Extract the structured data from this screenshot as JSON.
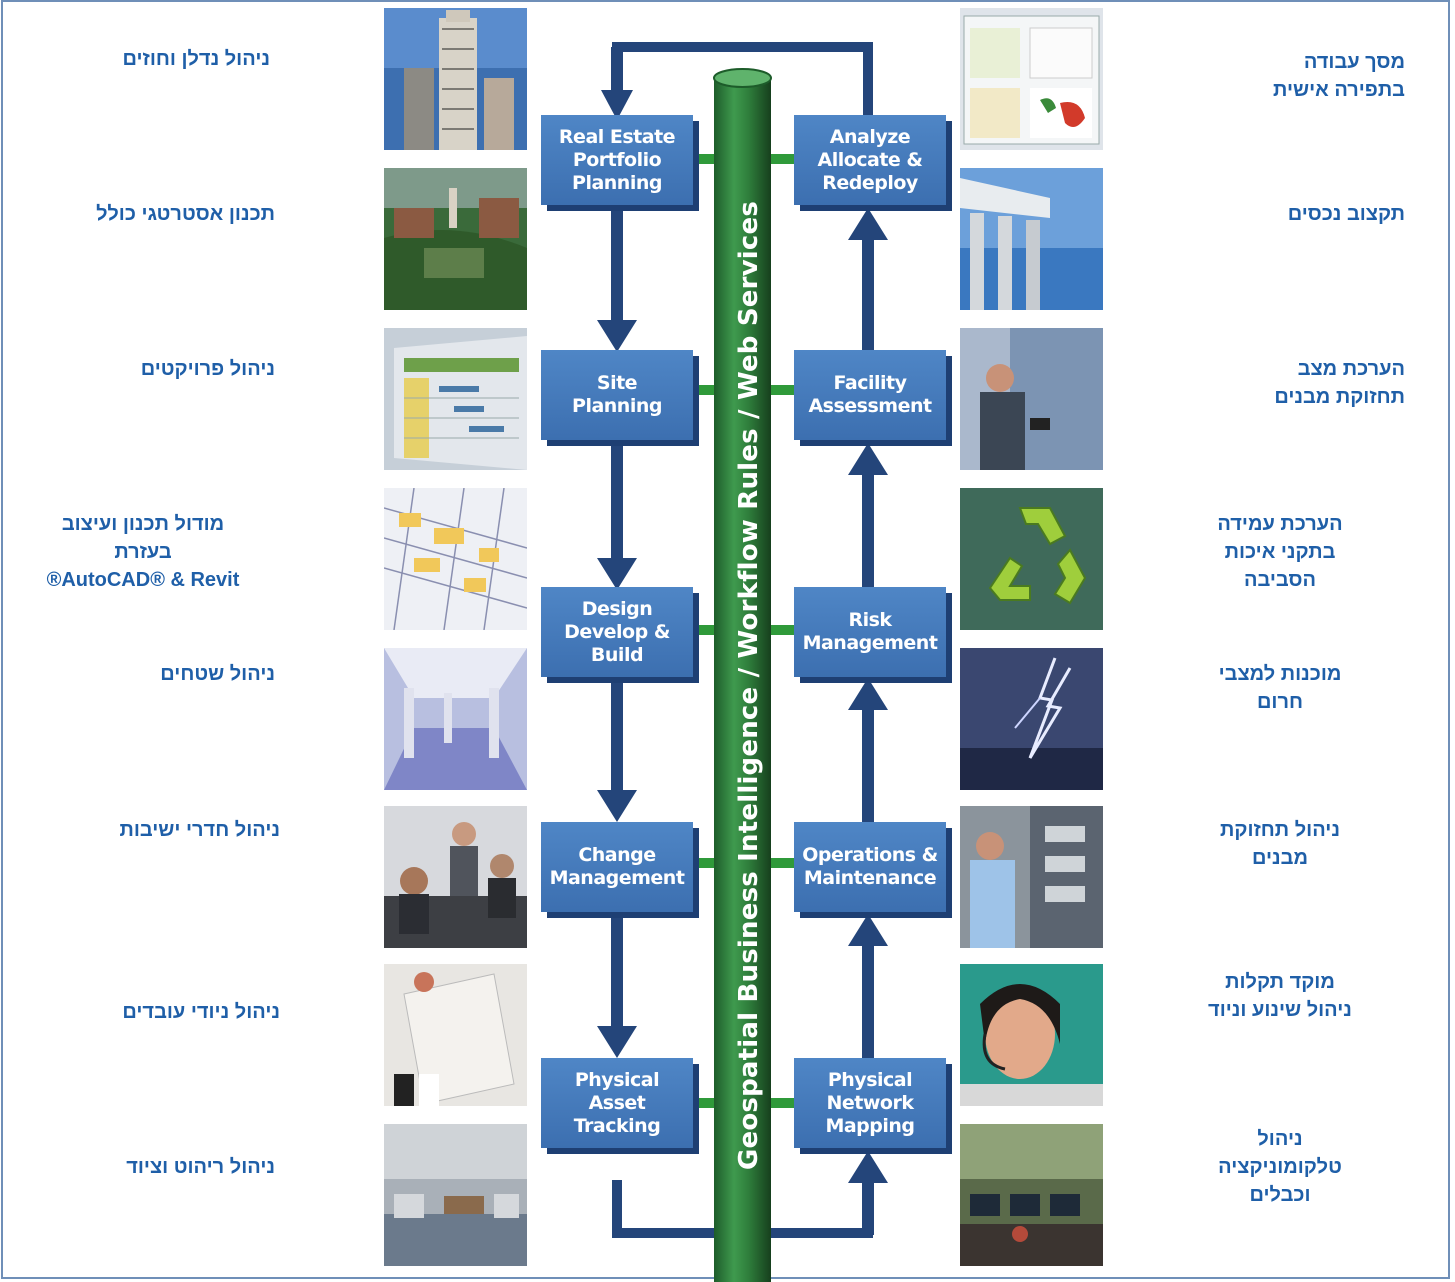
{
  "diagram": {
    "central_column": "Geospatial Business Intelligence / Workflow Rules / Web Services",
    "left_boxes": [
      {
        "label": "Real Estate\nPortfolio\nPlanning"
      },
      {
        "label": "Site\nPlanning"
      },
      {
        "label": "Design\nDevelop &\nBuild"
      },
      {
        "label": "Change\nManagement"
      },
      {
        "label": "Physical\nAsset\nTracking"
      }
    ],
    "right_boxes": [
      {
        "label": "Analyze\nAllocate &\nRedeploy"
      },
      {
        "label": "Facility\nAssessment"
      },
      {
        "label": "Risk\nManagement"
      },
      {
        "label": "Operations &\nMaintenance"
      },
      {
        "label": "Physical\nNetwork\nMapping"
      }
    ]
  },
  "left_labels": [
    {
      "text": "ניהול נדלן וחוזים"
    },
    {
      "text": "תכנון אסטרטגי כולל"
    },
    {
      "text": "ניהול פרויקטים"
    },
    {
      "text": "מודול תכנון ועיצוב\nבעזרת\nAutoCAD® & Revit®"
    },
    {
      "text": "ניהול שטחים"
    },
    {
      "text": "ניהול חדרי ישיבות"
    },
    {
      "text": "ניהול ניודי עובדים"
    },
    {
      "text": "ניהול ריהוט וציוד"
    }
  ],
  "right_labels": [
    {
      "text": "מסך עבודה\nבתפירה אישית"
    },
    {
      "text": "תקצוב נכסים"
    },
    {
      "text": "הערכת מצב\nתחזוקת מבנים"
    },
    {
      "text": "הערכת עמידה\nבתקני איכות\nהסביבה"
    },
    {
      "text": "מוכנות למצבי\nחרום"
    },
    {
      "text": "ניהול תחזוקת\nמבנים"
    },
    {
      "text": "מוקד תקלות\nניהול שינוע וניוד"
    },
    {
      "text": "ניהול\nטלקומוניקציה\nוכבלים"
    }
  ],
  "colors": {
    "label_text": "#1f5fa8",
    "box_fill": "#3c6fb0",
    "box_shadow": "#1e3f73",
    "pipe": "#2e7d3a",
    "connector": "#2f9a3a",
    "arrow": "#24457a",
    "frame": "#6f8fb8"
  },
  "photos": {
    "left": [
      "skyscraper-photo",
      "campus-aerial-photo",
      "project-chart-photo",
      "floor-plan-photo",
      "empty-office-photo",
      "meeting-room-photo",
      "movers-photo",
      "open-office-photo"
    ],
    "right": [
      "dashboard-screen-photo",
      "classical-columns-photo",
      "man-with-tablet-photo",
      "recycle-symbol-photo",
      "lightning-storm-photo",
      "technician-panel-photo",
      "call-center-agent-photo",
      "network-control-room-photo"
    ]
  }
}
